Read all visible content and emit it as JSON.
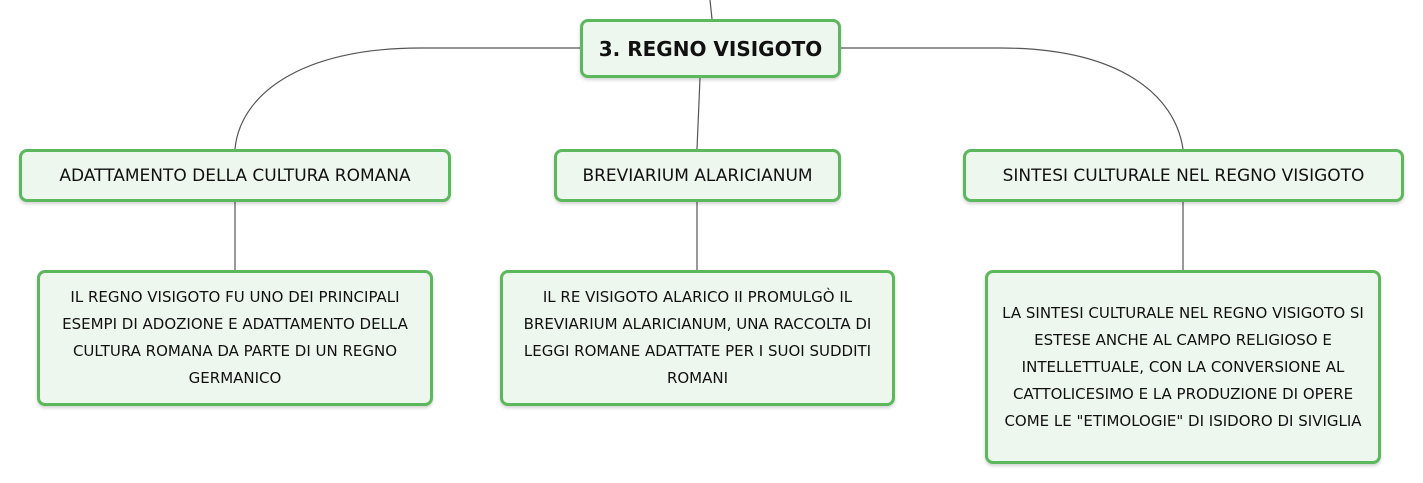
{
  "colors": {
    "node_border": "#5cb85c",
    "node_fill": "#eef7ee",
    "connector": "#555555"
  },
  "map": {
    "root": {
      "label": "3. REGNO VISIGOTO"
    },
    "branches": [
      {
        "label": "ADATTAMENTO DELLA CULTURA ROMANA",
        "detail": "IL REGNO VISIGOTO FU UNO DEI PRINCIPALI ESEMPI DI ADOZIONE E ADATTAMENTO DELLA CULTURA ROMANA DA PARTE DI UN REGNO GERMANICO"
      },
      {
        "label": "BREVIARIUM ALARICIANUM",
        "detail": "IL RE VISIGOTO ALARICO II PROMULGÒ IL BREVIARIUM ALARICIANUM, UNA RACCOLTA DI LEGGI ROMANE ADATTATE PER I SUOI SUDDITI ROMANI"
      },
      {
        "label": "SINTESI CULTURALE NEL REGNO VISIGOTO",
        "detail": "LA SINTESI CULTURALE NEL REGNO VISIGOTO SI ESTESE ANCHE AL CAMPO RELIGIOSO E INTELLETTUALE, CON LA CONVERSIONE AL CATTOLICESIMO E LA PRODUZIONE DI OPERE COME LE \"ETIMOLOGIE\" DI ISIDORO DI SIVIGLIA"
      }
    ]
  }
}
